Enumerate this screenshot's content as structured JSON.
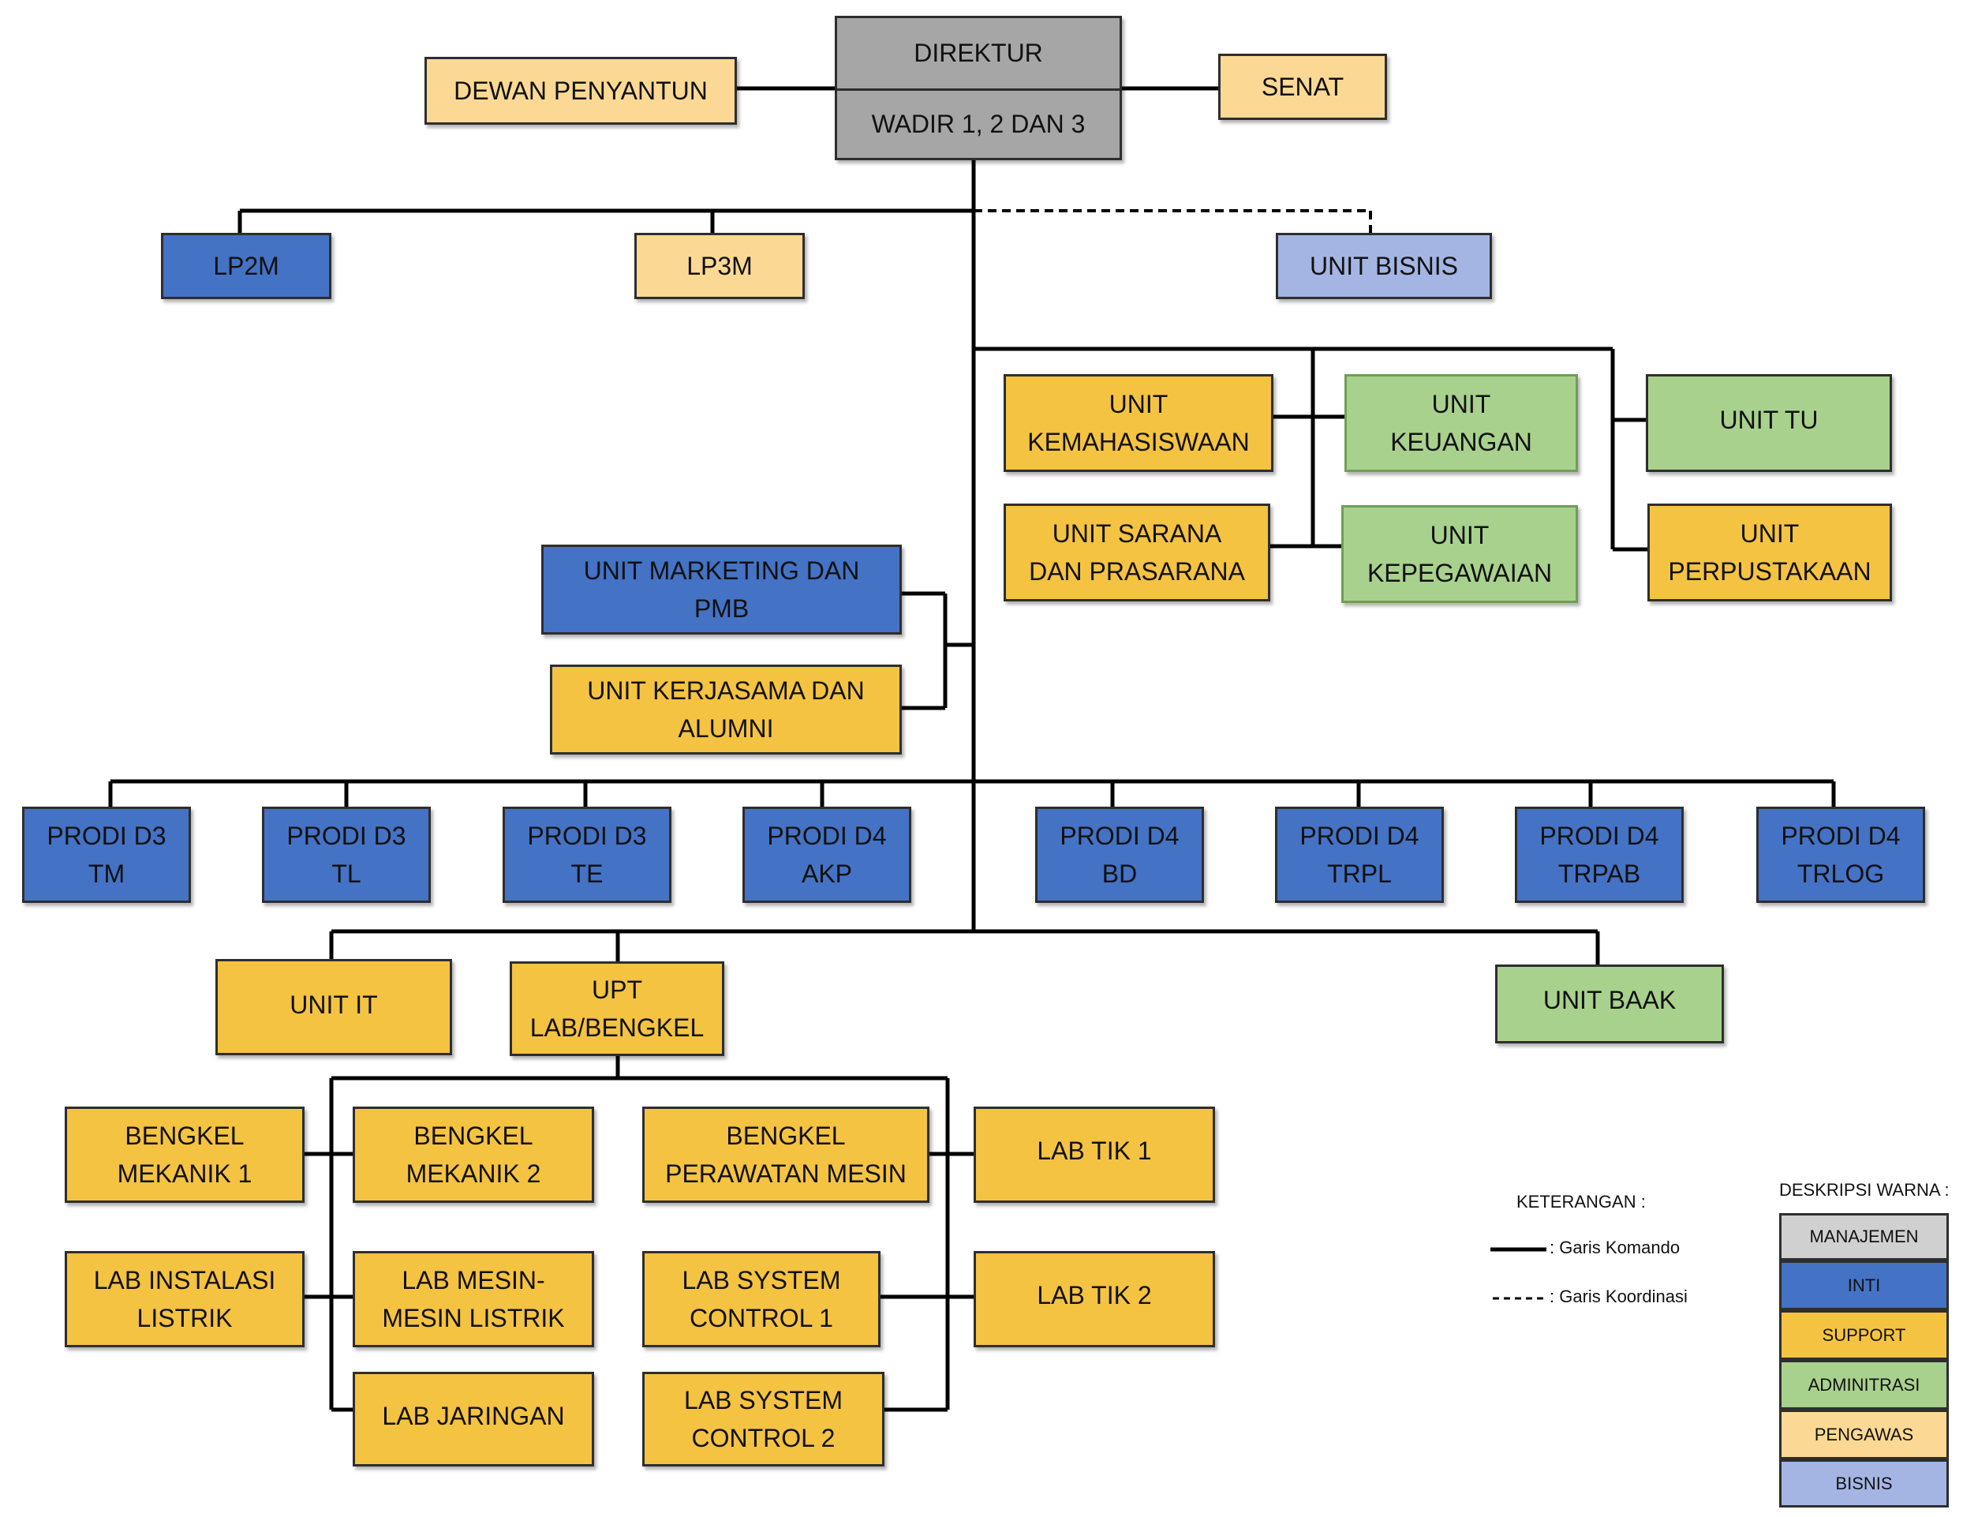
{
  "direktur": {
    "line1": "DIREKTUR",
    "line2": "WADIR  1, 2 DAN 3"
  },
  "dewan": "DEWAN  PENYANTUN",
  "senat": "SENAT",
  "lp2m": "LP2M",
  "lp3m": "LP3M",
  "unit_bisnis": "UNIT BISNIS",
  "unit_kemahasiswaan": [
    "UNIT",
    "KEMAHASISWAAN"
  ],
  "unit_keuangan": [
    "UNIT",
    "KEUANGAN"
  ],
  "unit_tu": "UNIT TU",
  "unit_sarana": [
    "UNIT  SARANA",
    "DAN PRASARANA"
  ],
  "unit_kepegawaian": [
    "UNIT",
    "KEPEGAWAIAN"
  ],
  "unit_perpustakaan": [
    "UNIT",
    "PERPUSTAKAAN"
  ],
  "unit_marketing": [
    "UNIT MARKETING  DAN",
    "PMB"
  ],
  "unit_kerjasama": [
    "UNIT KERJASAMA  DAN",
    "ALUMNI"
  ],
  "prodi": [
    [
      "PRODI D3",
      "TM"
    ],
    [
      "PRODI D3",
      "TL"
    ],
    [
      "PRODI D3",
      "TE"
    ],
    [
      "PRODI D4",
      "AKP"
    ],
    [
      "PRODI D4",
      "BD"
    ],
    [
      "PRODI D4",
      "TRPL"
    ],
    [
      "PRODI D4",
      "TRPAB"
    ],
    [
      "PRODI D4",
      "TRLOG"
    ]
  ],
  "unit_it": "UNIT  IT",
  "upt_lab": [
    "UPT",
    "LAB/BENGKEL"
  ],
  "unit_baak": "UNIT BAAK",
  "bengkel_mekanik_1": [
    "BENGKEL",
    "MEKANIK 1"
  ],
  "bengkel_mekanik_2": [
    "BENGKEL",
    "MEKANIK 2"
  ],
  "bengkel_perawatan": [
    "BENGKEL",
    "PERAWATAN  MESIN"
  ],
  "lab_tik_1": "LAB TIK 1",
  "lab_instalasi": [
    "LAB INSTALASI",
    "LISTRIK"
  ],
  "lab_mesin": [
    "LAB MESIN-",
    "MESIN LISTRIK"
  ],
  "lab_system_1": [
    "LAB SYSTEM",
    "CONTROL 1"
  ],
  "lab_tik_2": "LAB TIK 2",
  "lab_jaringan": "LAB JARINGAN",
  "lab_system_2": [
    "LAB SYSTEM",
    "CONTROL 2"
  ],
  "legend": {
    "keterangan": "KETERANGAN :",
    "komando": ": Garis Komando",
    "koordinasi": ": Garis Koordinasi",
    "deskripsi": "DESKRIPSI WARNA :",
    "colors": [
      "MANAJEMEN",
      "INTI",
      "SUPPORT",
      "ADMINITRASI",
      "PENGAWAS",
      "BISNIS"
    ]
  },
  "palette": {
    "manajemen": "#a6a6a6",
    "inti": "#4472c4",
    "support": "#f5c342",
    "administrasi": "#a9d18e",
    "pengawas": "#fbd994",
    "bisnis": "#a4b5e3"
  }
}
